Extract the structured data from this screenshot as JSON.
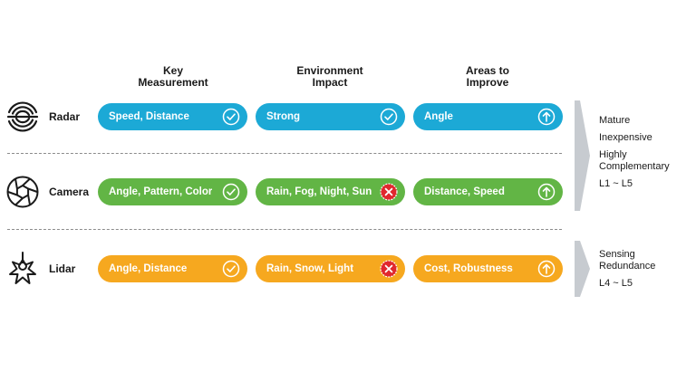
{
  "columns": [
    {
      "line1": "Key",
      "line2": "Measurement"
    },
    {
      "line1": "Environment",
      "line2": "Impact"
    },
    {
      "line1": "Areas to",
      "line2": "Improve"
    }
  ],
  "rows": [
    {
      "sensor": "Radar",
      "icon": "radar-icon",
      "color": "#1ca9d6",
      "measurement": "Speed, Distance",
      "measurement_status": "check",
      "impact": "Strong",
      "impact_status": "check",
      "improve": "Angle",
      "improve_status": "up-arrow"
    },
    {
      "sensor": "Camera",
      "icon": "camera-aperture-icon",
      "color": "#62b545",
      "measurement": "Angle, Pattern, Color",
      "measurement_status": "check",
      "impact": "Rain, Fog, Night, Sun",
      "impact_status": "cross",
      "improve": "Distance, Speed",
      "improve_status": "up-arrow"
    },
    {
      "sensor": "Lidar",
      "icon": "lidar-icon",
      "color": "#f6a81f",
      "measurement": "Angle, Distance",
      "measurement_status": "check",
      "impact": "Rain, Snow, Light",
      "impact_status": "cross",
      "improve": "Cost, Robustness",
      "improve_status": "up-arrow"
    }
  ],
  "group_notes": [
    {
      "items": [
        "Mature",
        "Inexpensive",
        "Highly Complementary",
        "L1 ~ L5"
      ]
    },
    {
      "items": [
        "Sensing Redundance",
        "L4 ~ L5"
      ]
    }
  ]
}
